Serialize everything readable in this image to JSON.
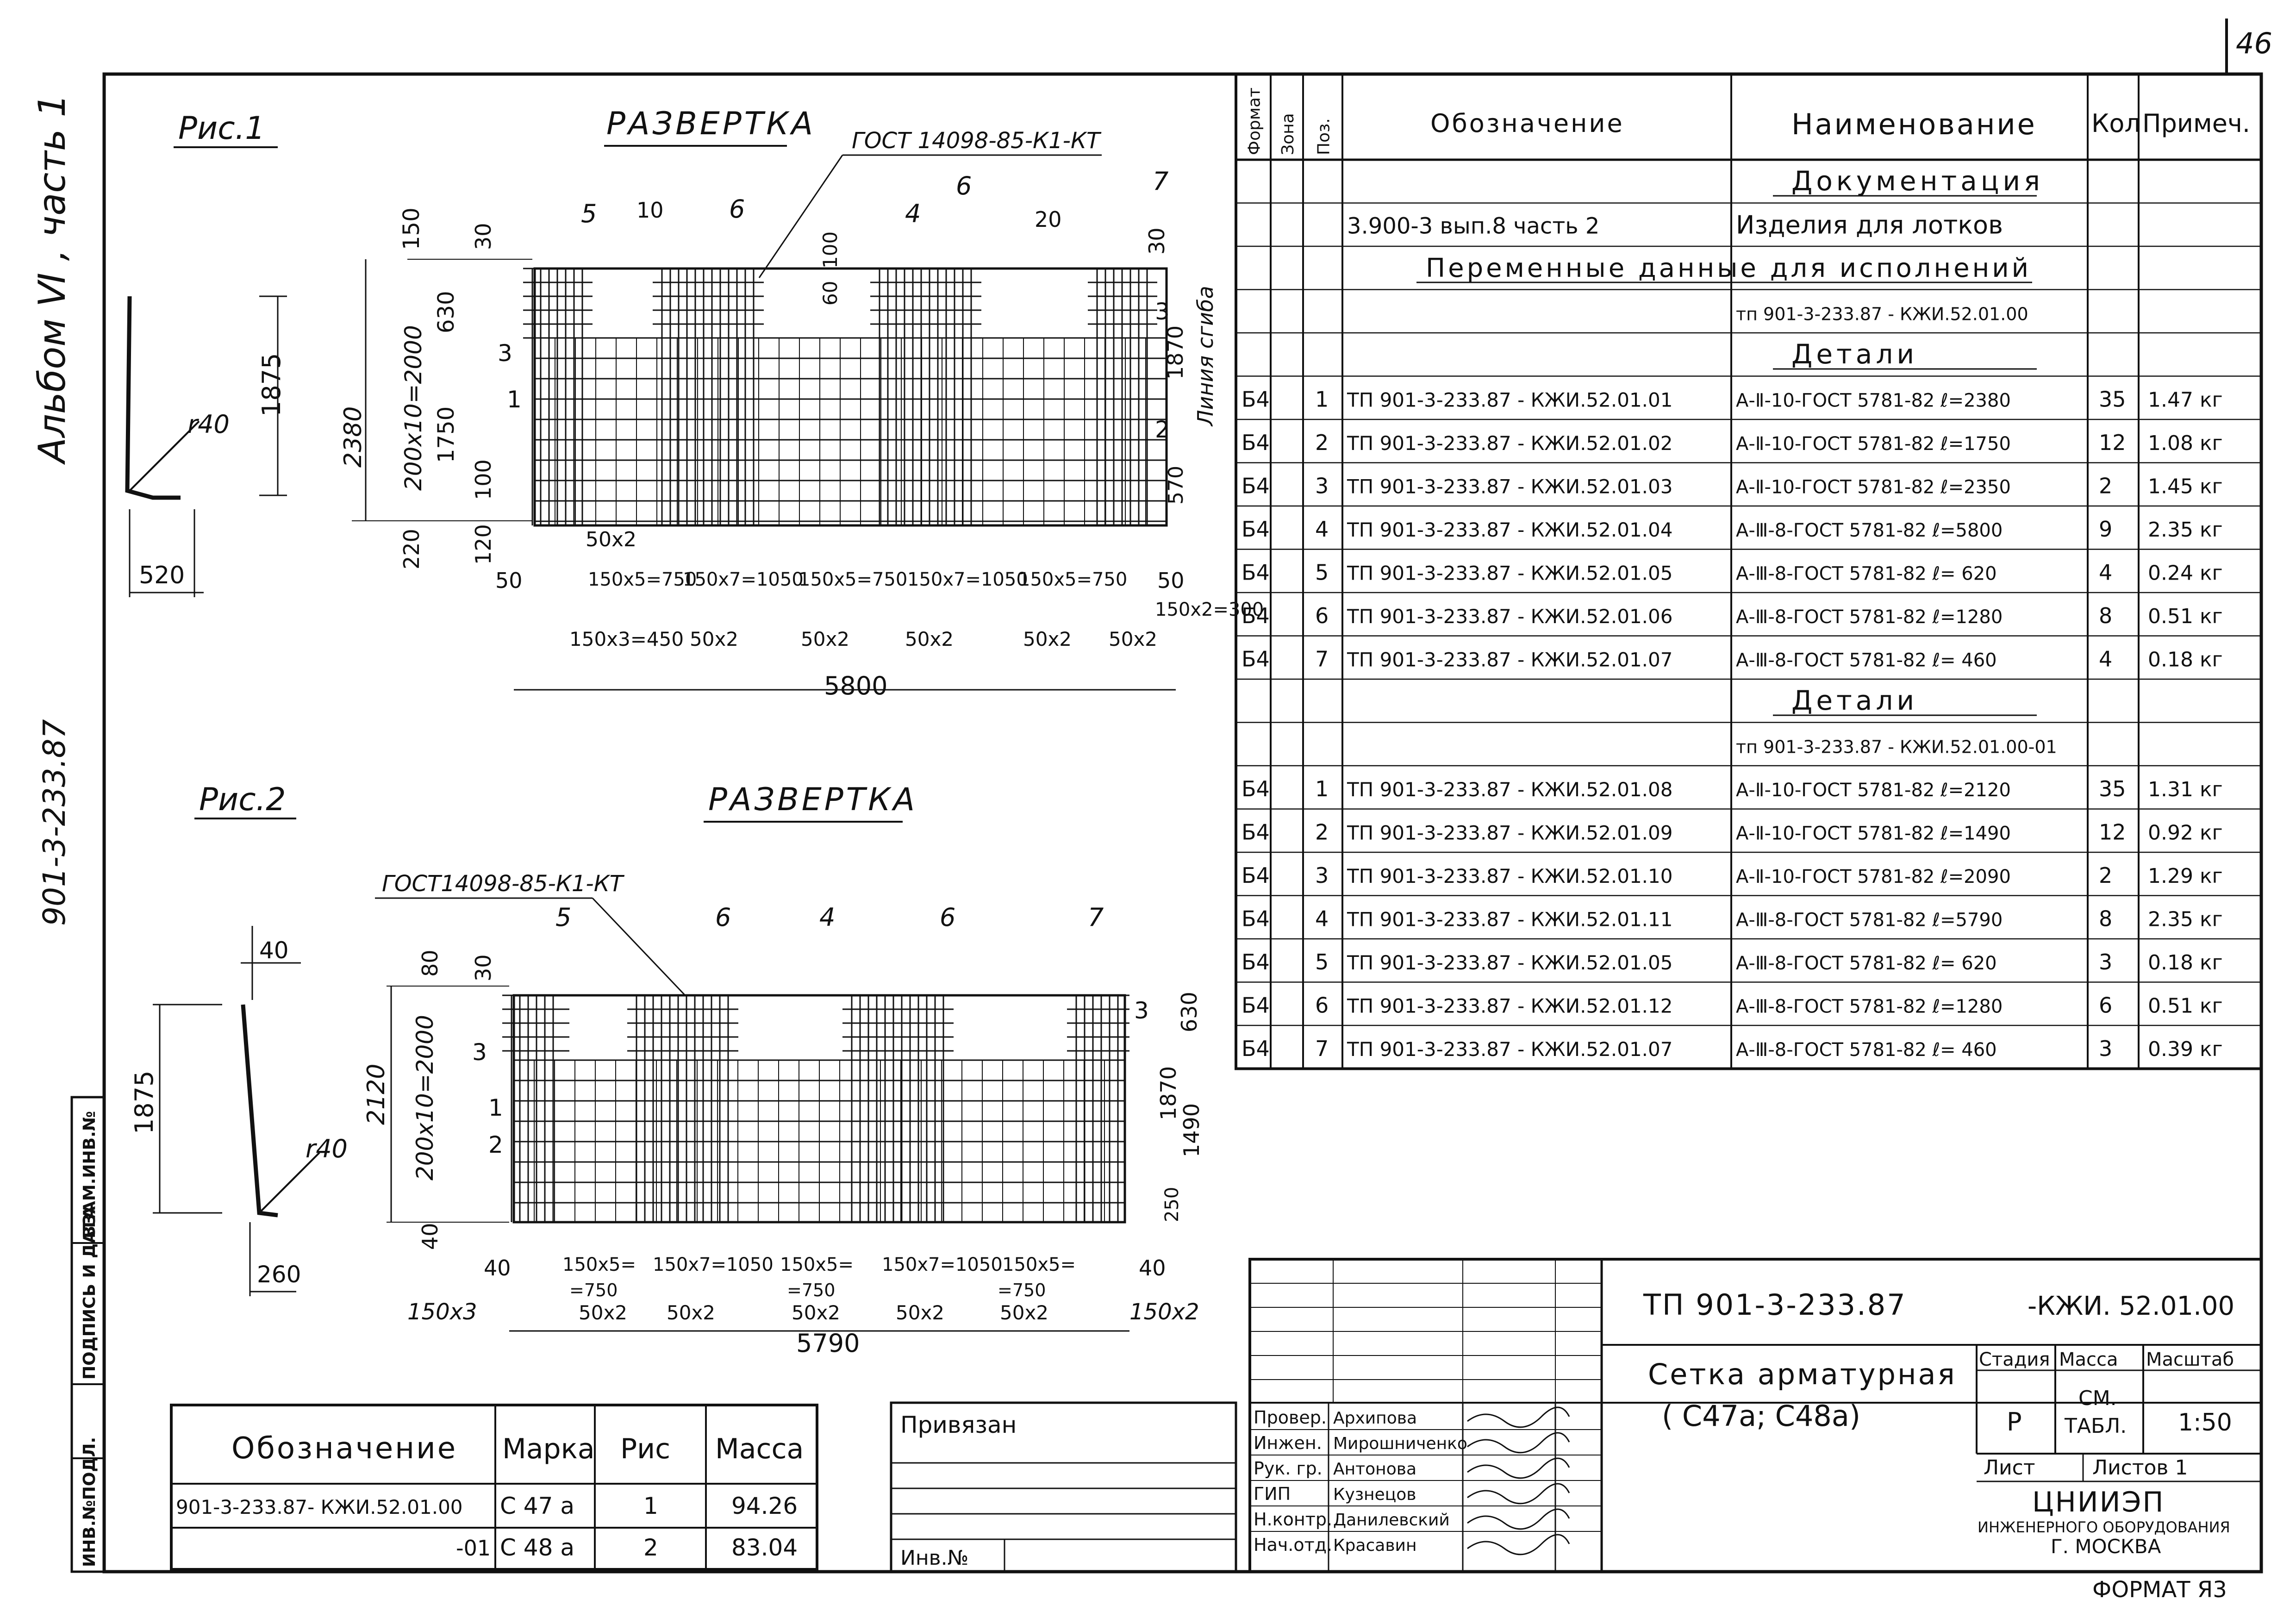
{
  "sheet": {
    "page_number": "46",
    "format": "ФОРМАТ Я3"
  },
  "margin": {
    "album": "Альбом Ⅵ , часть 1",
    "project_code": "901-3-233.87",
    "stamp_vzam": "ВЗАМ.ИНВ.№",
    "stamp_podpis": "ПОДПИСЬ И ДАТА",
    "stamp_inv": "ИНВ.№ПОДЛ."
  },
  "figures": {
    "fig1_label": "Рис.1",
    "fig2_label": "Рис.2",
    "razvertka": "РАЗВЕРТКА",
    "gost_note_1": "ГОСТ 14098-85-К1-КТ",
    "gost_note_2": "ГОСТ14098-85-К1-КТ",
    "fig1_radius": "r40",
    "fig1_height": "1875",
    "fig1_width": "520",
    "fig2_top": "40",
    "fig2_radius": "r40",
    "fig2_height": "1875",
    "fig2_width": "260",
    "pos": {
      "p1": "1",
      "p2": "2",
      "p3": "3",
      "p4": "4",
      "p5": "5",
      "p6": "6",
      "p7": "7"
    },
    "fig1_dims": {
      "total_h": "2380",
      "grid_h": "200x10=2000",
      "d150": "150",
      "d630": "630",
      "d1750": "1750",
      "d30": "30",
      "d100": "100",
      "d120": "120",
      "d220": "220",
      "d10": "10",
      "d100b": "100",
      "d60": "60",
      "d20": "20",
      "d30b": "30",
      "d1870": "1870",
      "bend_line": "Линия сгиба",
      "d570": "570",
      "d50a": "50",
      "d50x2": "50x2",
      "s1": "150x5=750",
      "s2": "150x7=1050",
      "s3": "150x5=750",
      "s4": "150x7=1050",
      "s5": "150x5=750",
      "d50b": "50",
      "s6": "150x2=300",
      "s7": "150x3=450",
      "s8": "50x2",
      "s9": "50x2",
      "s10": "50x2",
      "s11": "50x2",
      "s12": "50x2",
      "total_w": "5800"
    },
    "fig2_dims": {
      "total_h": "2120",
      "grid_h": "200x10=2000",
      "d80": "80",
      "d30": "30",
      "d40": "40",
      "d630": "630",
      "d1870": "1870",
      "d1490": "1490",
      "d250": "250",
      "d40a": "40",
      "d40b": "40",
      "s1": "150x5=",
      "s2": "150x7=1050",
      "s3": "150x5=",
      "s4": "150x7=1050",
      "s5": "150x5=",
      "s6": "=750",
      "s7": "50x2",
      "s8": "150x3",
      "s9": "150x2",
      "total_w": "5790"
    }
  },
  "spec_table": {
    "headers": [
      "Формат",
      "Зона",
      "Поз.",
      "Обозначение",
      "Наименование",
      "Кол",
      "Примеч."
    ],
    "rows": [
      {
        "c4": "Документация",
        "c4_center": true,
        "underline": true
      },
      {
        "c3": "3.900-3 вып.8 часть 2",
        "c4": "Изделия для лотков"
      },
      {
        "span": "Переменные данные для исполнений",
        "underline": true
      },
      {
        "c4": "тп 901-3-233.87 - КЖИ.52.01.00",
        "small": true
      },
      {
        "c4": "Детали",
        "c4_center": true,
        "underline": true
      },
      {
        "c0": "Б4",
        "c2": "1",
        "c3": "ТП 901-3-233.87 - КЖИ.52.01.01",
        "c4": "А-Ⅱ-10-ГОСТ 5781-82  ℓ=2380",
        "c5": "35",
        "c6": "1.47 кг"
      },
      {
        "c0": "Б4",
        "c2": "2",
        "c3": "ТП 901-3-233.87 - КЖИ.52.01.02",
        "c4": "А-Ⅱ-10-ГОСТ 5781-82  ℓ=1750",
        "c5": "12",
        "c6": "1.08 кг"
      },
      {
        "c0": "Б4",
        "c2": "3",
        "c3": "ТП 901-3-233.87 - КЖИ.52.01.03",
        "c4": "А-Ⅱ-10-ГОСТ 5781-82  ℓ=2350",
        "c5": "2",
        "c6": "1.45 кг"
      },
      {
        "c0": "Б4",
        "c2": "4",
        "c3": "ТП 901-3-233.87 - КЖИ.52.01.04",
        "c4": "А-Ⅲ-8-ГОСТ 5781-82  ℓ=5800",
        "c5": "9",
        "c6": "2.35 кг"
      },
      {
        "c0": "Б4",
        "c2": "5",
        "c3": "ТП 901-3-233.87 - КЖИ.52.01.05",
        "c4": "А-Ⅲ-8-ГОСТ 5781-82  ℓ= 620",
        "c5": "4",
        "c6": "0.24 кг"
      },
      {
        "c0": "Б4",
        "c2": "6",
        "c3": "ТП 901-3-233.87 - КЖИ.52.01.06",
        "c4": "А-Ⅲ-8-ГОСТ 5781-82  ℓ=1280",
        "c5": "8",
        "c6": "0.51 кг"
      },
      {
        "c0": "Б4",
        "c2": "7",
        "c3": "ТП 901-3-233.87 - КЖИ.52.01.07",
        "c4": "А-Ⅲ-8-ГОСТ 5781-82  ℓ= 460",
        "c5": "4",
        "c6": "0.18 кг"
      },
      {
        "c4": "Детали",
        "c4_center": true,
        "underline": true
      },
      {
        "c4": "тп 901-3-233.87 - КЖИ.52.01.00-01",
        "small": true
      },
      {
        "c0": "Б4",
        "c2": "1",
        "c3": "ТП 901-3-233.87 - КЖИ.52.01.08",
        "c4": "А-Ⅱ-10-ГОСТ 5781-82  ℓ=2120",
        "c5": "35",
        "c6": "1.31 кг"
      },
      {
        "c0": "Б4",
        "c2": "2",
        "c3": "ТП 901-3-233.87 - КЖИ.52.01.09",
        "c4": "А-Ⅱ-10-ГОСТ 5781-82  ℓ=1490",
        "c5": "12",
        "c6": "0.92 кг"
      },
      {
        "c0": "Б4",
        "c2": "3",
        "c3": "ТП 901-3-233.87 - КЖИ.52.01.10",
        "c4": "А-Ⅱ-10-ГОСТ 5781-82  ℓ=2090",
        "c5": "2",
        "c6": "1.29 кг"
      },
      {
        "c0": "Б4",
        "c2": "4",
        "c3": "ТП 901-3-233.87 - КЖИ.52.01.11",
        "c4": "А-Ⅲ-8-ГОСТ 5781-82  ℓ=5790",
        "c5": "8",
        "c6": "2.35 кг"
      },
      {
        "c0": "Б4",
        "c2": "5",
        "c3": "ТП 901-3-233.87 - КЖИ.52.01.05",
        "c4": "А-Ⅲ-8-ГОСТ 5781-82  ℓ= 620",
        "c5": "3",
        "c6": "0.18 кг"
      },
      {
        "c0": "Б4",
        "c2": "6",
        "c3": "ТП 901-3-233.87 - КЖИ.52.01.12",
        "c4": "А-Ⅲ-8-ГОСТ 5781-82  ℓ=1280",
        "c5": "6",
        "c6": "0.51 кг"
      },
      {
        "c0": "Б4",
        "c2": "7",
        "c3": "ТП 901-3-233.87 - КЖИ.52.01.07",
        "c4": "А-Ⅲ-8-ГОСТ 5781-82  ℓ= 460",
        "c5": "3",
        "c6": "0.39 кг"
      }
    ]
  },
  "marks_table": {
    "headers": [
      "Обозначение",
      "Марка",
      "Рис",
      "Масса"
    ],
    "rows": [
      [
        "901-3-233.87-  КЖИ.52.01.00",
        "С 47 а",
        "1",
        "94.26"
      ],
      [
        "-01",
        "С 48 а",
        "2",
        "83.04"
      ]
    ]
  },
  "privyazan": {
    "label": "Привязан",
    "inv_label": "Инв.№"
  },
  "title_block": {
    "doc_code": "ТП 901-3-233.87",
    "doc_suffix": "-КЖИ. 52.01.00",
    "title_line1": "Сетка арматурная",
    "title_line2": "( С47а;  С48а)",
    "stage_h": "Стадия",
    "mass_h": "Масса",
    "scale_h": "Масштаб",
    "stage": "Р",
    "mass_l1": "СМ.",
    "mass_l2": "ТАБЛ.",
    "scale": "1:50",
    "sheet_l": "Лист",
    "sheets_l": "Листов 1",
    "org1": "ЦНИИЭП",
    "org2": "ИНЖЕНЕРНОГО ОБОРУДОВАНИЯ",
    "org3": "Г. МОСКВА",
    "roles": [
      {
        "role": "Провер.",
        "name": "Архипова"
      },
      {
        "role": "Инжен.",
        "name": "Мирошниченко"
      },
      {
        "role": "Рук. гр.",
        "name": "Антонова"
      },
      {
        "role": "ГИП",
        "name": "Кузнецов"
      },
      {
        "role": "Н.контр.",
        "name": "Данилевский"
      },
      {
        "role": "Нач.отд.",
        "name": "Красавин"
      }
    ]
  }
}
